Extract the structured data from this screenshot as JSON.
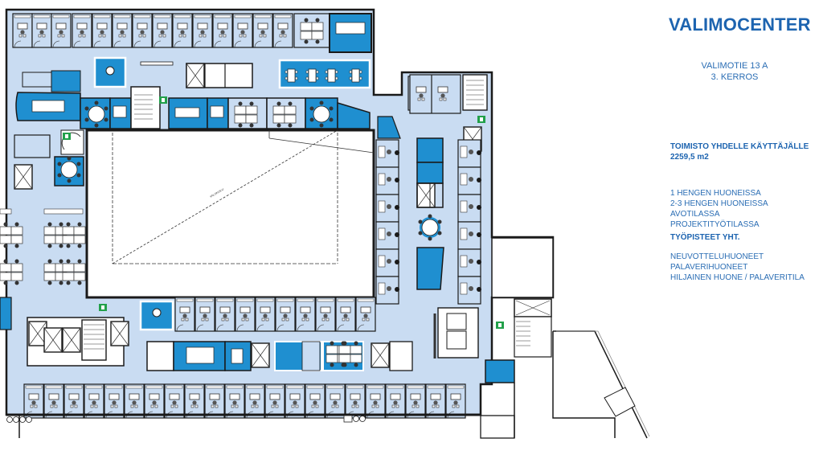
{
  "header": {
    "title": "VALIMOCENTER",
    "address_line1": "VALIMOTIE 13 A",
    "address_line2": "3. KERROS"
  },
  "summary": {
    "office_label": "TOIMISTO YHDELLE KÄYTTÄJÄLLE",
    "area": "2259,5 m2"
  },
  "workstations": {
    "items": [
      "1 HENGEN HUONEISSA",
      "2-3 HENGEN HUONEISSA",
      "AVOTILASSA",
      "PROJEKTITYÖTILASSA"
    ],
    "total_label": "TYÖPISTEET YHT."
  },
  "meeting_rooms": {
    "items": [
      "NEUVOTTELUHUONEET",
      "PALAVERIHUONEET",
      "HILJAINEN HUONE / PALAVERITILA"
    ]
  },
  "colors": {
    "corridor": "#c9dcf2",
    "meeting_room": "#1f8fd0",
    "wall": "#1a1a1a",
    "title": "#1d64b0",
    "text": "#2a6db4",
    "exit_sign": "#22a04a"
  }
}
